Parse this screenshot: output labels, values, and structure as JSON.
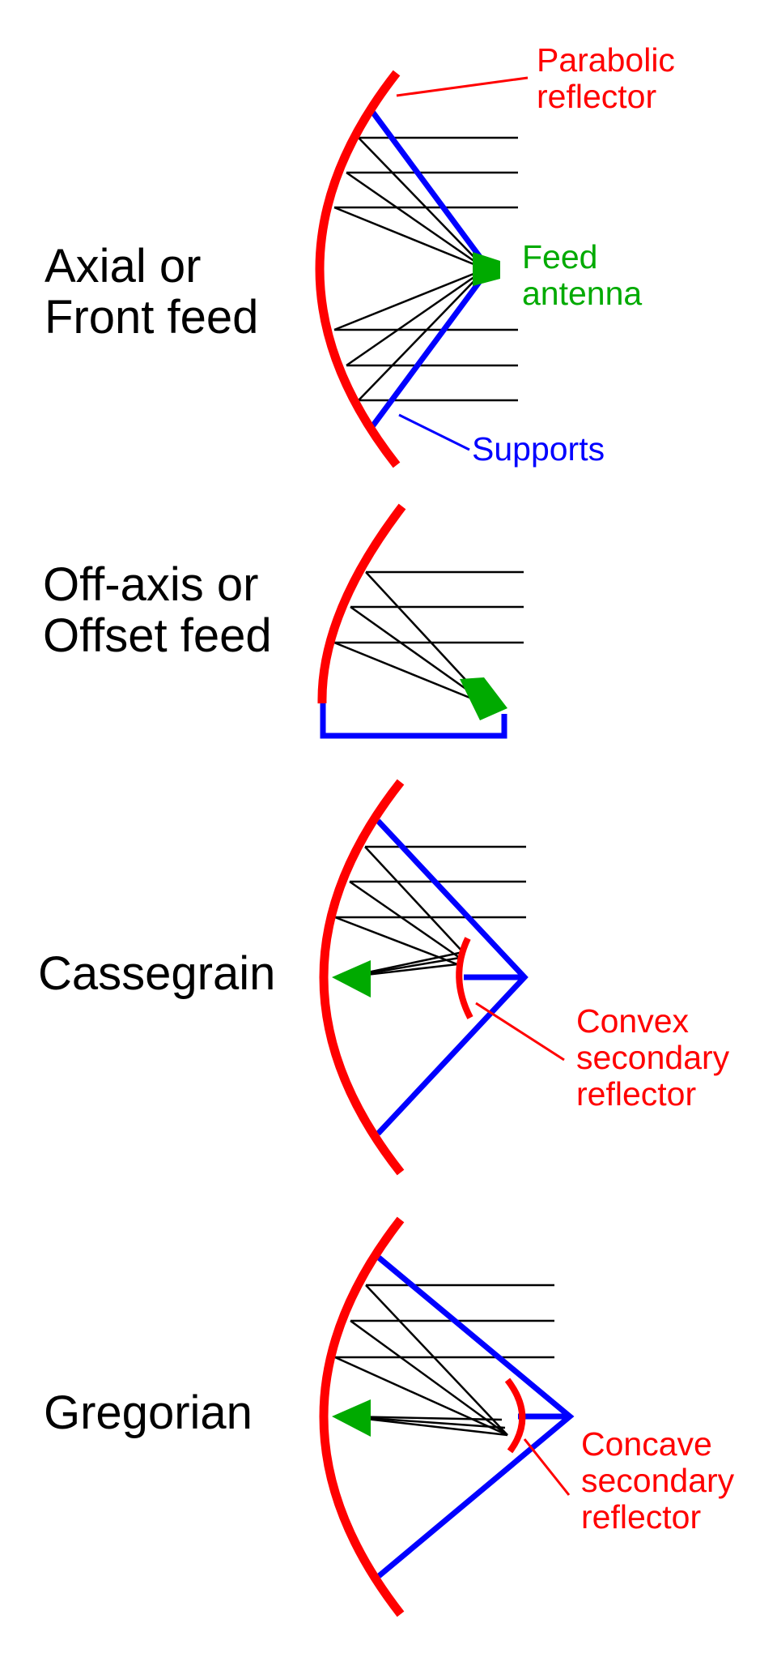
{
  "colors": {
    "reflector": "#ff0000",
    "support": "#0000ff",
    "feed": "#00aa00",
    "ray": "#000000"
  },
  "panels": [
    {
      "title_lines": [
        "Axial or",
        "Front feed"
      ],
      "callouts": {
        "reflector": [
          "Parabolic",
          "reflector"
        ],
        "feed": [
          "Feed",
          "antenna"
        ],
        "supports": [
          "Supports"
        ]
      }
    },
    {
      "title_lines": [
        "Off-axis or",
        "Offset feed"
      ]
    },
    {
      "title_lines": [
        "Cassegrain"
      ],
      "callouts": {
        "secondary": [
          "Convex",
          "secondary",
          "reflector"
        ]
      }
    },
    {
      "title_lines": [
        "Gregorian"
      ],
      "callouts": {
        "secondary": [
          "Concave",
          "secondary",
          "reflector"
        ]
      }
    }
  ]
}
